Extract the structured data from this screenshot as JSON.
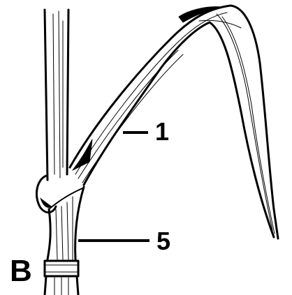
{
  "figure": {
    "panel_letter": "B",
    "callouts": [
      {
        "id": "leaf-blade",
        "label": "1"
      },
      {
        "id": "leaf-sheath",
        "label": "5"
      }
    ],
    "colors": {
      "ink": "#000000",
      "paper": "#ffffff"
    }
  }
}
